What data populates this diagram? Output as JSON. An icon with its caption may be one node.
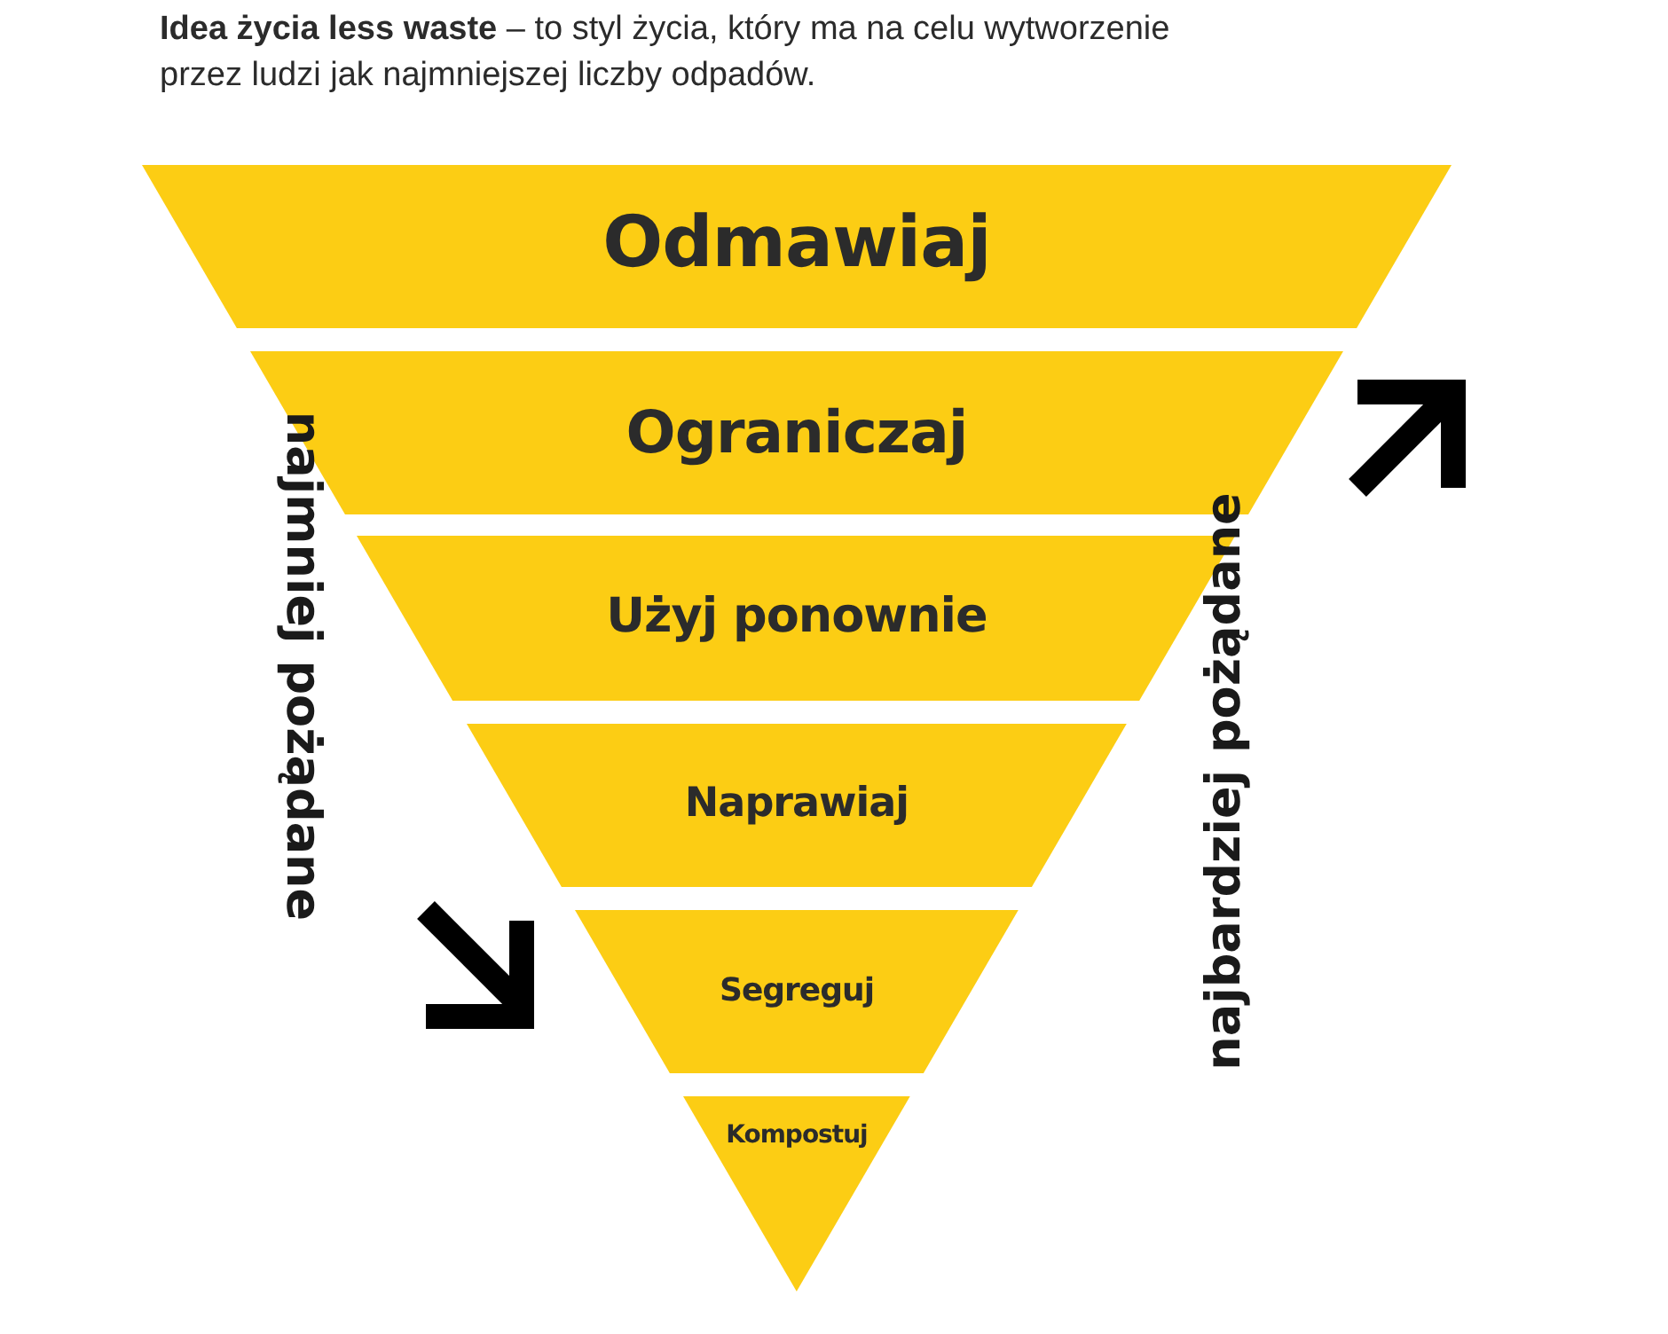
{
  "diagram": {
    "title": "**Idea życia less waste** – to styl życia, który ma na celu wytworzenie przez ludzi jak najmniejszej liczby odpadów.",
    "nodes": [
      {
        "text": [
          "Odmawiaj"
        ]
      },
      {
        "text": [
          "Ograniczaj"
        ]
      },
      {
        "text": [
          "Użyj ponownie"
        ]
      },
      {
        "text": [
          "Naprawiaj"
        ]
      },
      {
        "text": [
          "Segreguj"
        ]
      },
      {
        "text": [
          "Kompostuj"
        ]
      }
    ],
    "labels": [
      "najmniej pożądane",
      "najbardziej pożądane"
    ]
  }
}
